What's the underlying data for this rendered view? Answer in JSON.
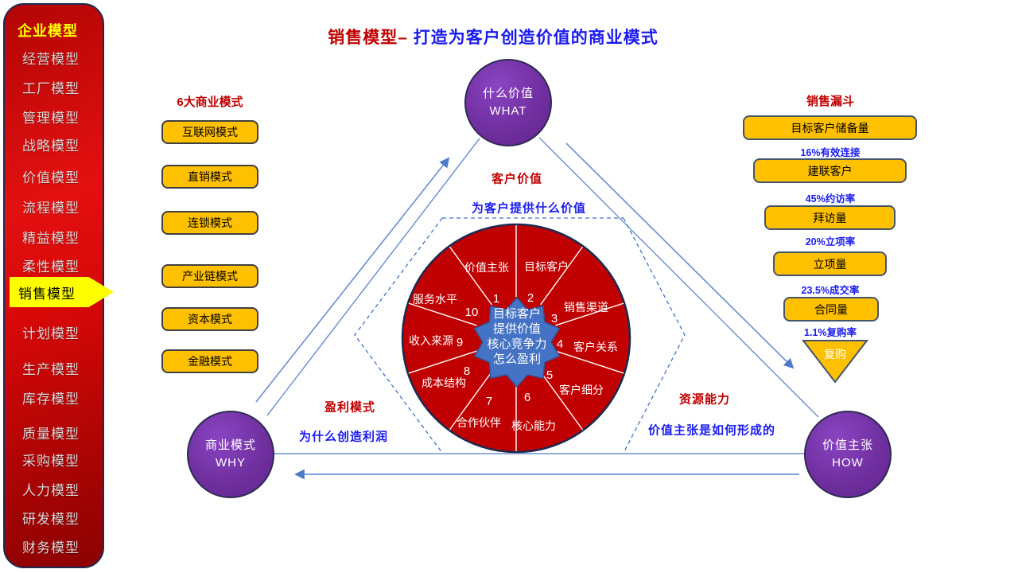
{
  "sidebar": {
    "header": "企业模型",
    "items_above": [
      "经营模型",
      "工厂模型",
      "管理模型",
      "战略模型",
      "价值模型",
      "流程模型",
      "精益模型",
      "柔性模型"
    ],
    "active": "销售模型",
    "items_below": [
      "计划模型",
      "生产模型",
      "库存模型",
      "质量模型",
      "采购模型",
      "人力模型",
      "研发模型",
      "财务模型"
    ]
  },
  "title": {
    "red": "销售模型–",
    "blue": " 打造为客户创造价值的商业模式"
  },
  "modes": {
    "heading": "6大商业模式",
    "items": [
      "互联网模式",
      "直销模式",
      "连锁模式",
      "产业链模式",
      "资本模式",
      "金融模式"
    ]
  },
  "funnel": {
    "heading": "销售漏斗",
    "stages": [
      "目标客户储备量",
      "建联客户",
      "拜访量",
      "立项量",
      "合同量"
    ],
    "rates": [
      "16%有效连接",
      "45%约访率",
      "20%立项率",
      "23.5%成交率",
      "1.1%复购率"
    ],
    "bottom": "复购"
  },
  "triangle": {
    "top": {
      "zh": "什么价值",
      "en": "WHAT"
    },
    "left": {
      "zh": "商业模式",
      "en": "WHY"
    },
    "right": {
      "zh": "价值主张",
      "en": "HOW"
    },
    "annotations": {
      "top_red": "客户价值",
      "top_blue": "为客户提供什么价值",
      "left_red": "盈利模式",
      "left_blue": "为什么创造利润",
      "right_red": "资源能力",
      "right_blue": "价值主张是如何形成的"
    }
  },
  "wheel": {
    "center_lines": [
      "目标客户",
      "提供价值",
      "核心竞争力",
      "怎么盈利"
    ],
    "segments": [
      {
        "num": "1",
        "label": "价值主张"
      },
      {
        "num": "2",
        "label": "目标客户"
      },
      {
        "num": "3",
        "label": "销售渠道"
      },
      {
        "num": "4",
        "label": "客户关系"
      },
      {
        "num": "5",
        "label": "客户细分"
      },
      {
        "num": "6",
        "label": "核心能力"
      },
      {
        "num": "7",
        "label": "合作伙伴"
      },
      {
        "num": "8",
        "label": "成本结构"
      },
      {
        "num": "9",
        "label": "收入来源"
      },
      {
        "num": "10",
        "label": "服务水平"
      }
    ]
  },
  "colors": {
    "accent_red": "#c00000",
    "accent_blue": "#1b1bf0",
    "button_yellow": "#ffc000",
    "circle_purple": "#7030a0",
    "wheel_red": "#c00000",
    "star_blue": "#4472c4",
    "line_blue": "#6f93cf",
    "sidebar_red": "#cc0808",
    "highlight_yellow": "#ffff00"
  }
}
